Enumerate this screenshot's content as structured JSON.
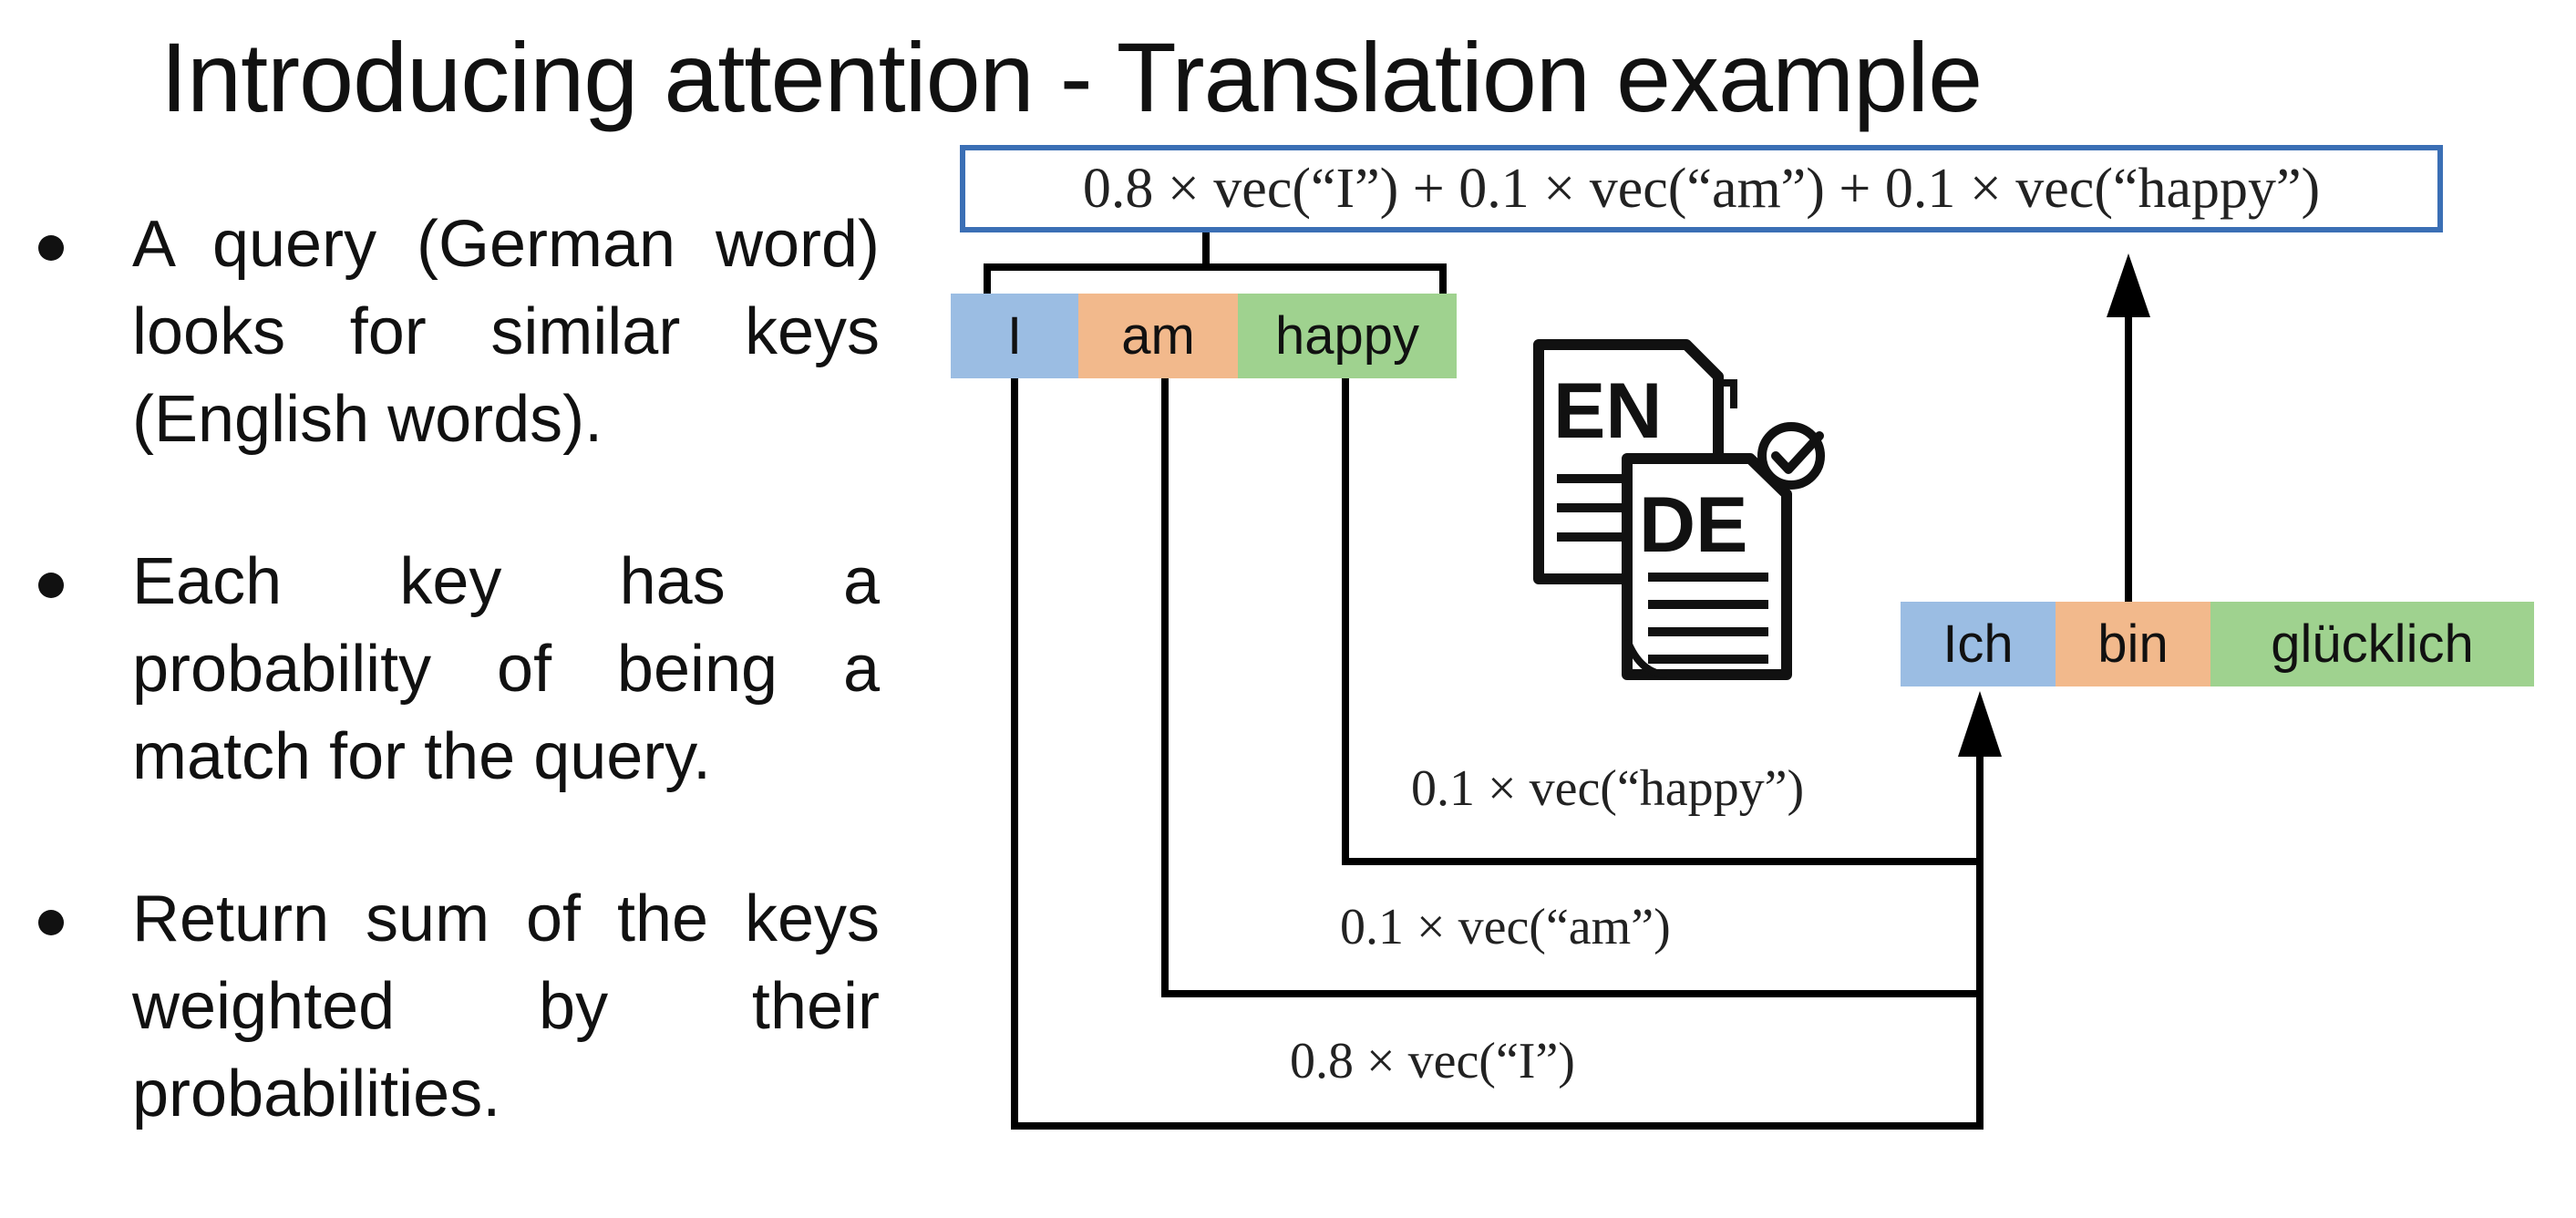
{
  "title": "Introducing attention - Translation example",
  "bullets": [
    {
      "text": "A query (German word) looks for similar keys (English words)."
    },
    {
      "text": "Each key has a probability of being a match for the query."
    },
    {
      "text": "Return sum of the keys weighted by their probabilities."
    }
  ],
  "sum_formula": "0.8 × vec(“I”) + 0.1 × vec(“am”) + 0.1 × vec(“happy”)",
  "keys": [
    {
      "label": "I",
      "color": "#9bbde3"
    },
    {
      "label": "am",
      "color": "#f2b98c"
    },
    {
      "label": "happy",
      "color": "#9fd28f"
    }
  ],
  "queries": [
    {
      "label": "Ich",
      "color": "#9bbde3"
    },
    {
      "label": "bin",
      "color": "#f2b98c"
    },
    {
      "label": "glücklich",
      "color": "#9fd28f"
    }
  ],
  "weighted_terms": [
    {
      "text": "0.1 × vec(“happy”)"
    },
    {
      "text": "0.1 × vec(“am”)"
    },
    {
      "text": "0.8 × vec(“I”)"
    }
  ],
  "icon": {
    "name": "translation-document-icon",
    "source_label": "EN",
    "target_label": "DE"
  },
  "colors": {
    "box_border": "#3b6fb5",
    "lines": "#000000"
  }
}
